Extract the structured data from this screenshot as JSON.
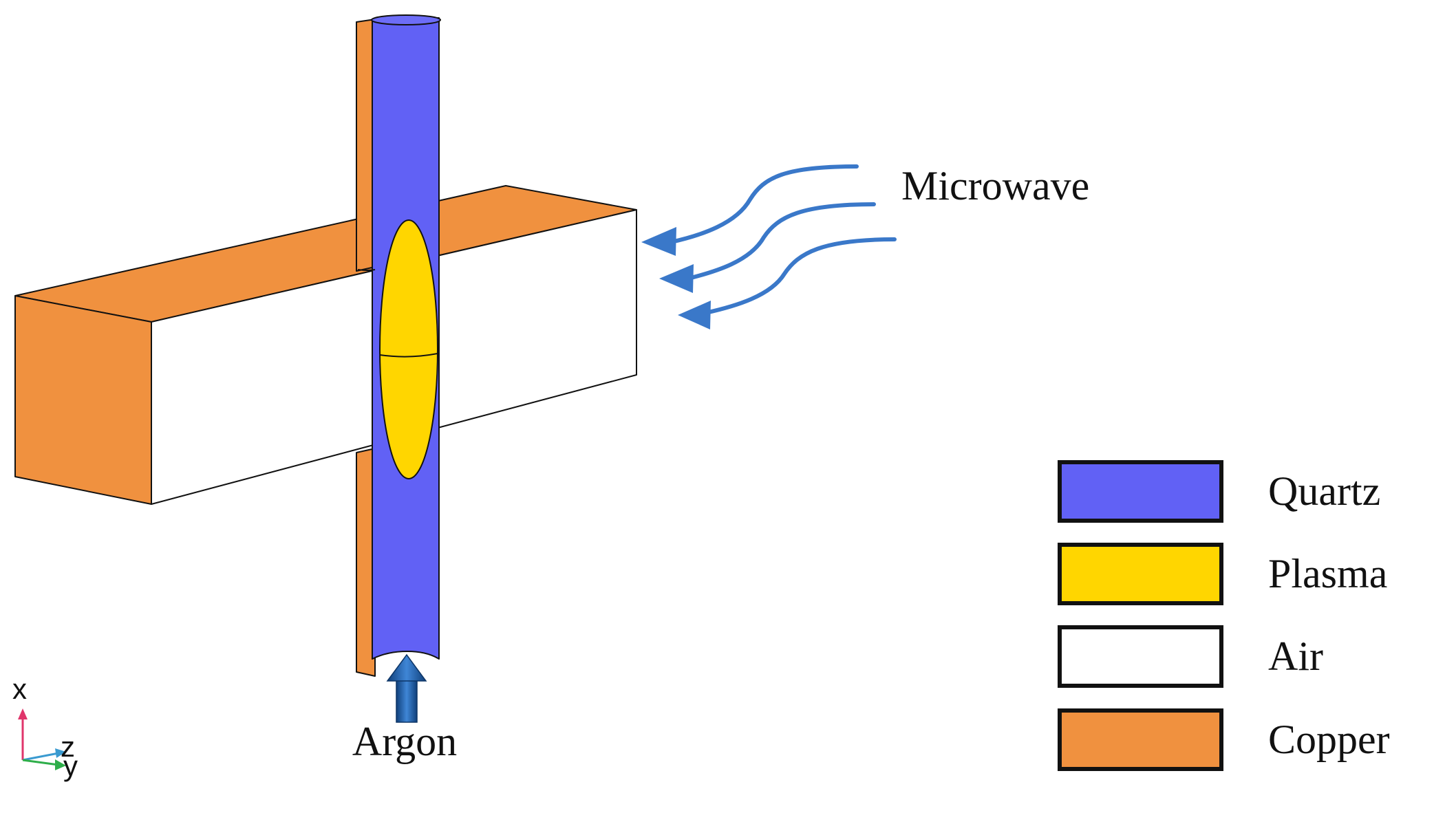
{
  "labels": {
    "microwave": "Microwave",
    "argon": "Argon"
  },
  "legend": [
    {
      "label": "Quartz",
      "color": "#6161f5"
    },
    {
      "label": "Plasma",
      "color": "#ffd600"
    },
    {
      "label": "Air",
      "color": "#ffffff"
    },
    {
      "label": "Copper",
      "color": "#f0913f"
    }
  ],
  "axes": {
    "x": "x",
    "z": "z",
    "y": "y"
  },
  "colors": {
    "quartz": "#6161f5",
    "plasma": "#ffd600",
    "air": "#ffffff",
    "copper": "#f0913f",
    "arrow_blue": "#3a78c9",
    "argon_arrow": "#1e5ca6"
  }
}
